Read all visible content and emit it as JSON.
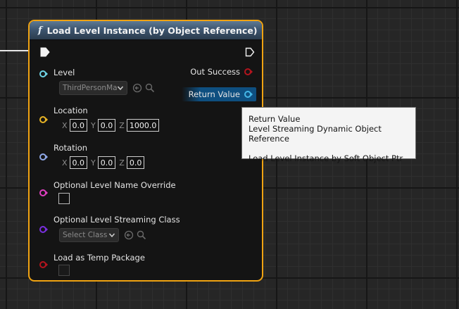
{
  "node": {
    "title": "Load Level Instance (by Object Reference)",
    "icon": "function-icon",
    "header_color": "#3e5670",
    "border_color": "#f0a312"
  },
  "inputs": {
    "level": {
      "label": "Level",
      "value": "ThirdPersonMa",
      "color": "#6fd4e6"
    },
    "location": {
      "label": "Location",
      "x": "0.0",
      "y": "0.0",
      "z": "1000.0",
      "color": "#e8b425"
    },
    "rotation": {
      "label": "Rotation",
      "x": "0.0",
      "y": "0.0",
      "z": "0.0",
      "color": "#8fa8e8"
    },
    "name_override": {
      "label": "Optional Level Name Override",
      "color": "#e03fc2"
    },
    "streaming_class": {
      "label": "Optional Level Streaming Class",
      "value": "Select Class",
      "color": "#7a2fe0"
    },
    "temp_package": {
      "label": "Load as Temp Package",
      "color": "#b3141e"
    }
  },
  "axes": {
    "x": "X",
    "y": "Y",
    "z": "Z"
  },
  "outputs": {
    "success": {
      "label": "Out Success",
      "color": "#b3141e"
    },
    "return_value": {
      "label": "Return Value",
      "color": "#45b8e8"
    }
  },
  "tooltip": {
    "line1": "Return Value",
    "line2": "Level Streaming Dynamic Object Reference",
    "line3": "Load Level Instance by Soft Object Ptr"
  }
}
